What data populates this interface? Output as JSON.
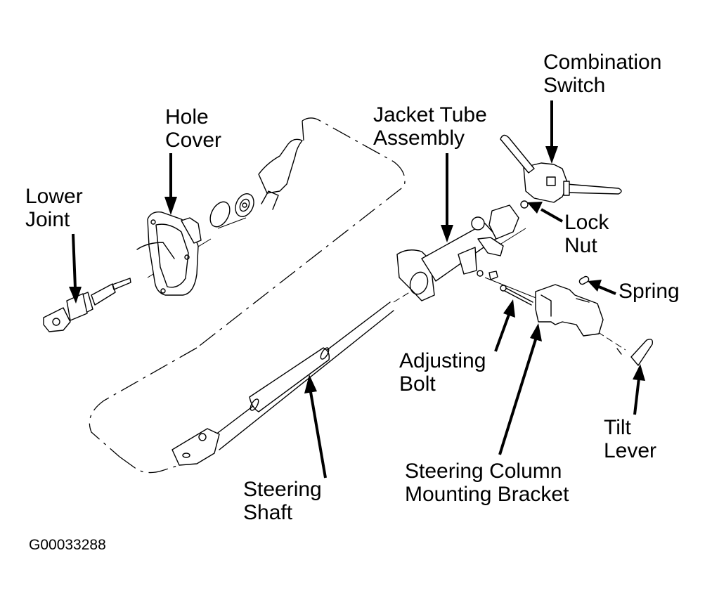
{
  "figure_id": "G00033288",
  "labels": {
    "lower_joint": [
      "Lower",
      "Joint"
    ],
    "hole_cover": [
      "Hole",
      "Cover"
    ],
    "jacket_tube_assembly": [
      "Jacket Tube",
      "Assembly"
    ],
    "combination_switch": [
      "Combination",
      "Switch"
    ],
    "lock_nut": [
      "Lock",
      "Nut"
    ],
    "spring": [
      "Spring"
    ],
    "adjusting_bolt": [
      "Adjusting",
      "Bolt"
    ],
    "tilt_lever": [
      "Tilt",
      "Lever"
    ],
    "steering_column_mounting_bracket": [
      "Steering Column",
      "Mounting Bracket"
    ],
    "steering_shaft": [
      "Steering",
      "Shaft"
    ]
  }
}
